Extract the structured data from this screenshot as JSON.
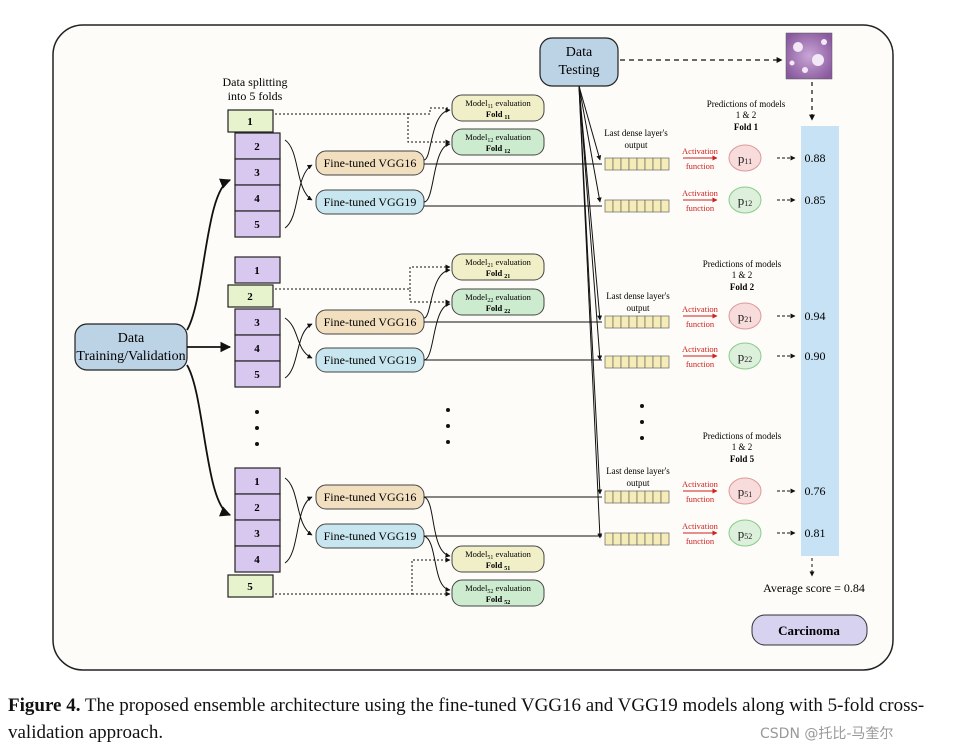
{
  "diagram": {
    "data_testing": [
      "Data",
      "Testing"
    ],
    "data_training": [
      "Data",
      "Training/Validation"
    ],
    "data_splitting": [
      "Data splitting",
      "into 5 folds"
    ],
    "fold_labels": [
      "1",
      "2",
      "3",
      "4",
      "5"
    ],
    "vgg16_label": "Fine-tuned VGG16",
    "vgg19_label": "Fine-tuned VGG19",
    "eval_evaluation": "evaluation",
    "eval_model_word": "Model",
    "eval_fold_word": "Fold",
    "eval_subs": [
      "11",
      "12",
      "21",
      "22",
      "51",
      "52"
    ],
    "dense_output": [
      "Last dense layer's",
      "output"
    ],
    "activation_function": [
      "Activation",
      "function"
    ],
    "predictions_heading": [
      "Predictions of models",
      "1 & 2"
    ],
    "fold_titles": [
      "Fold 1",
      "Fold 2",
      "Fold 5"
    ],
    "p_letter": "p",
    "p_subs": [
      "11",
      "12",
      "21",
      "22",
      "51",
      "52"
    ],
    "scores": [
      "0.88",
      "0.85",
      "0.94",
      "0.90",
      "0.76",
      "0.81"
    ],
    "average_score": "Average score = 0.84",
    "carcinoma": "Carcinoma"
  },
  "caption": {
    "label": "Figure 4.",
    "text": "The proposed ensemble architecture using the fine-tuned VGG16 and VGG19 models along with 5-fold cross-validation approach."
  },
  "watermark": "CSDN @托比-马奎尔",
  "colors": {
    "frame_fill": "#fdfcf8",
    "data_box": "#bcd3e6",
    "fold_purple": "#d8c8f0",
    "fold_green": "#e6f3cc",
    "vgg16": "#f2dfbf",
    "vgg19": "#c8e6ef",
    "eval_yellow": "#f1efc8",
    "eval_green": "#cdebcf",
    "score_bar": "#c6e2f4",
    "activation_red": "#cc2222",
    "p_red": "#f8dcdc",
    "p_green": "#dcf0dc",
    "carcinoma": "#d6d2f0"
  },
  "icons": [
    "tissue-image"
  ]
}
